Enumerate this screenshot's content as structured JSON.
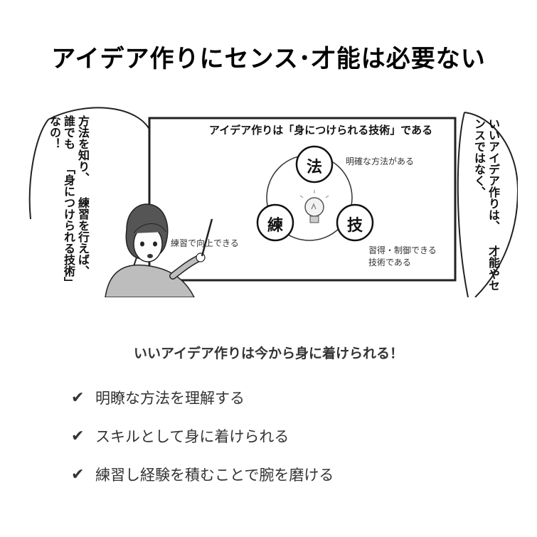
{
  "title": "アイデア作りにセンス･才能は必要ない",
  "illustration": {
    "left_bubble": {
      "line1": "方法を知り、",
      "line2": "練習を行えば、",
      "line3": "誰でも",
      "line4": "「身につけられる技術」",
      "line5": "なの！"
    },
    "right_bubble": {
      "line1": "いいアイデア作りは、",
      "line2": "才能やセンスではなく、"
    },
    "board_title": "アイデア作りは「身につけられる技術」である",
    "skills": {
      "method": "法",
      "practice": "練",
      "technique": "技"
    },
    "notes": {
      "method": "明確な方法がある",
      "practice": "練習で向上できる",
      "technique_line1": "習得・制御できる",
      "technique_line2": "技術である"
    },
    "icons": [
      "lightbulb-icon",
      "presenter-character",
      "pointer-stick"
    ]
  },
  "summary": {
    "heading": "いいアイデア作りは今から身に着けられる！",
    "check_icon": "✔",
    "items": [
      "明瞭な方法を理解する",
      "スキルとして身に着けられる",
      "練習し経験を積むことで腕を磨ける"
    ]
  }
}
